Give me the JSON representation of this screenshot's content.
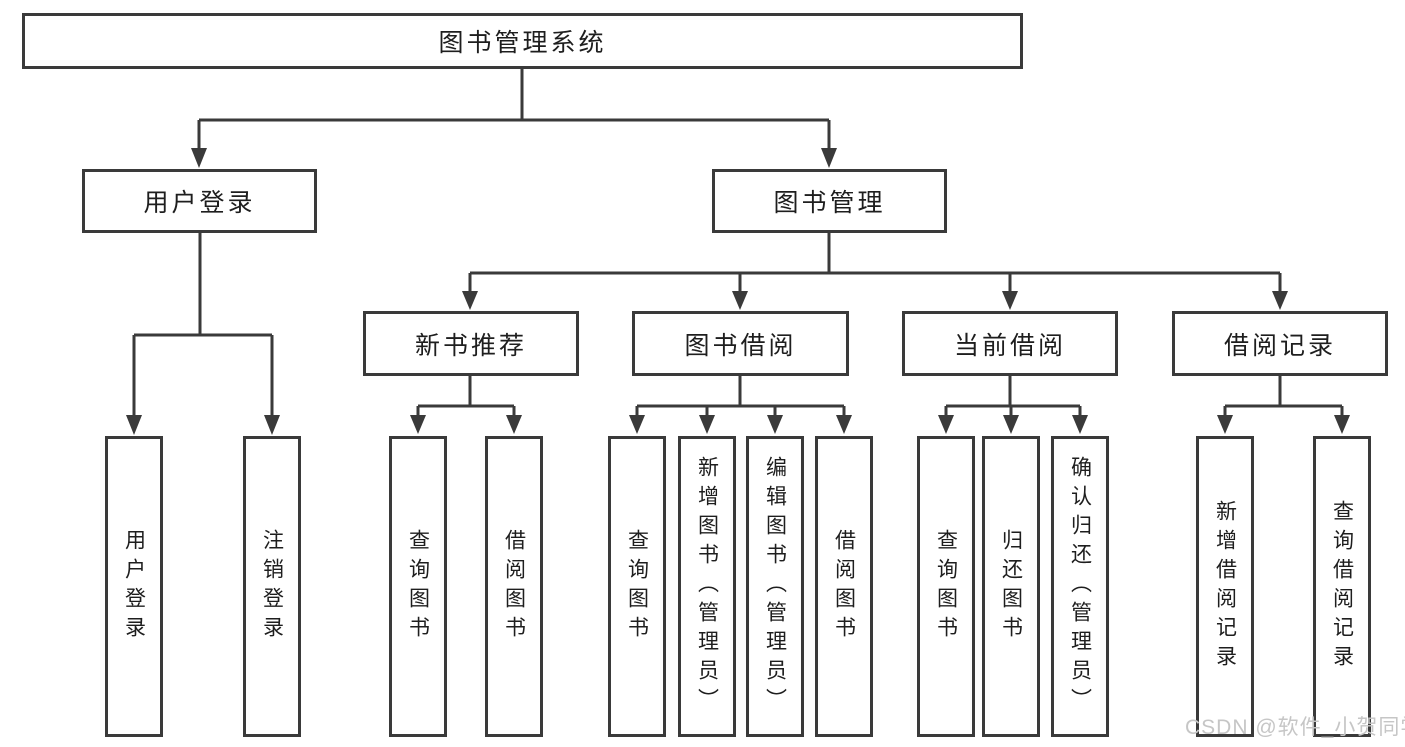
{
  "diagram_type": "hierarchy-tree",
  "root": {
    "label": "图书管理系统",
    "children": [
      {
        "label": "用户登录",
        "children": [
          {
            "label": "用户登录"
          },
          {
            "label": "注销登录"
          }
        ]
      },
      {
        "label": "图书管理",
        "children": [
          {
            "label": "新书推荐",
            "children": [
              {
                "label": "查询图书"
              },
              {
                "label": "借阅图书"
              }
            ]
          },
          {
            "label": "图书借阅",
            "children": [
              {
                "label": "查询图书"
              },
              {
                "label": "新增图书（管理员）"
              },
              {
                "label": "编辑图书（管理员）"
              },
              {
                "label": "借阅图书"
              }
            ]
          },
          {
            "label": "当前借阅",
            "children": [
              {
                "label": "查询图书"
              },
              {
                "label": "归还图书"
              },
              {
                "label": "确认归还（管理员）"
              }
            ]
          },
          {
            "label": "借阅记录",
            "children": [
              {
                "label": "新增借阅记录"
              },
              {
                "label": "查询借阅记录"
              }
            ]
          }
        ]
      }
    ]
  },
  "watermark": "CSDN @软件_小贺同学",
  "colors": {
    "line": "#3a3a3a",
    "box_fill": "#ffffff",
    "text": "#1e1e1e",
    "watermark": "#c6c6c6"
  }
}
